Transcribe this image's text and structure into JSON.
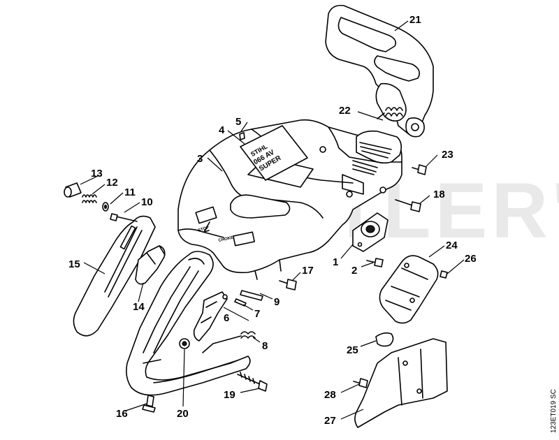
{
  "watermark": "CUTLER'S",
  "drawing_ref": "123ET019 SC",
  "decal": {
    "line1": "STIHL",
    "line2": "066 AV",
    "line3": "SUPER"
  },
  "panel_labels": {
    "stop": "STOP",
    "choke": "CHOKE"
  },
  "callouts": [
    "1",
    "2",
    "3",
    "4",
    "5",
    "6",
    "7",
    "8",
    "9",
    "10",
    "11",
    "12",
    "13",
    "14",
    "15",
    "16",
    "17",
    "18",
    "19",
    "20",
    "21",
    "22",
    "23",
    "24",
    "25",
    "26",
    "27",
    "28"
  ]
}
